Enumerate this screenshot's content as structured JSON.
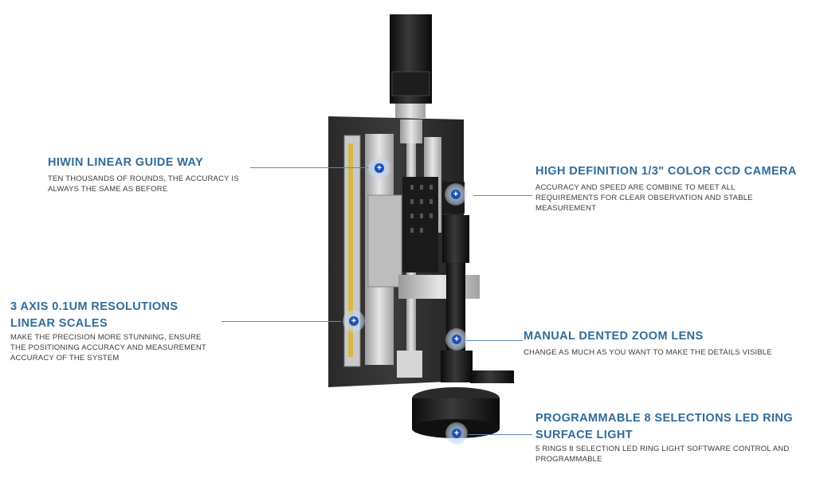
{
  "callouts": [
    {
      "title": "HIWIN LINEAR GUIDE WAY",
      "desc": "TEN THOUSANDS OF ROUNDS, THE ACCURACY IS ALWAYS THE SAME AS BEFORE"
    },
    {
      "title_line1": "3 AXIS 0.1UM RESOLUTIONS",
      "title_line2": "LINEAR SCALES",
      "desc": "MAKE THE PRECISION MORE STUNNING, ENSURE THE POSITIONING ACCURACY AND MEASUREMENT ACCURACY OF THE SYSTEM"
    },
    {
      "title": "HIGH DEFINITION 1/3\" COLOR CCD CAMERA",
      "desc": "ACCURACY AND SPEED ARE COMBINE TO MEET ALL REQUIREMENTS FOR CLEAR OBSERVATION AND STABLE MEASUREMENT"
    },
    {
      "title": "MANUAL DENTED ZOOM LENS",
      "desc": "CHANGE AS MUCH AS YOU WANT TO MAKE THE DETAILS VISIBLE"
    },
    {
      "title_line1": "PROGRAMMABLE 8 SELECTIONS LED RING",
      "title_line2": "SURFACE LIGHT",
      "desc": "5 RINGS 8 SELECTION LED RING LIGHT SOFTWARE CONTROL AND PROGRAMMABLE"
    }
  ],
  "hotspot_symbol": "+",
  "colors": {
    "title": "#2f6c9a",
    "leader": "#5e8cb8",
    "hotspot": "#1c4fb8"
  }
}
